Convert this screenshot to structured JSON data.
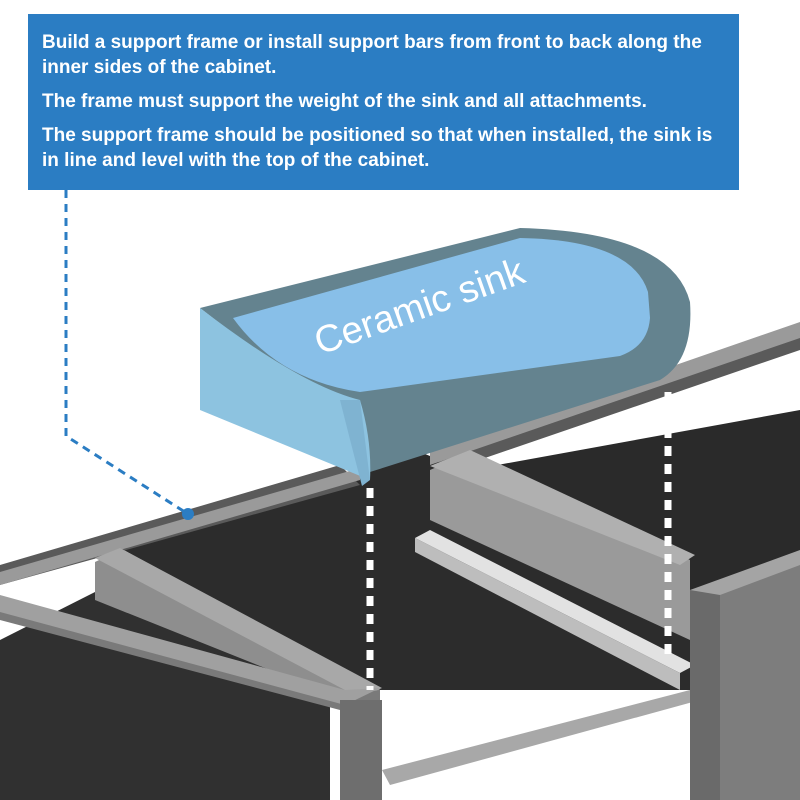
{
  "callout": {
    "lines": [
      "Build a support frame or install support bars from front to back along the inner sides of the cabinet.",
      "The frame must support the weight of the sink and all attachments.",
      "The support frame should be positioned so that when installed, the sink is in line and level with the top of the cabinet."
    ]
  },
  "sink": {
    "label": "Ceramic sink"
  },
  "colors": {
    "callout_background": "#2b7dc3",
    "callout_text": "#ffffff",
    "sink_top": "#86bde8",
    "sink_front": "#8fc1df",
    "sink_side": "#62828f",
    "cabinet_top_edge": "#8a8a8a",
    "cabinet_interior": "#2e2e2e",
    "cabinet_panel": "#8f8f8f",
    "support_bar": "#d2d2d2",
    "leader_line": "#2b7dc3",
    "guide_line": "#ffffff"
  }
}
